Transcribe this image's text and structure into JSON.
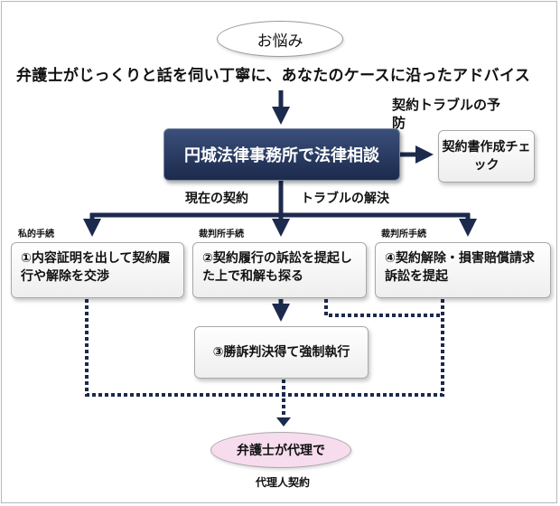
{
  "diagram": {
    "start": "お悩み",
    "lead": "弁護士がじっくりと話を伺い丁寧に、あなたのケースに沿ったアドバイス",
    "main": "円城法律事務所で法律相談",
    "prevention_label": "契約トラブルの予防",
    "contract_box": "契約書作成チェック",
    "branch_left": "現在の契約",
    "branch_right": "トラブルの解決",
    "tags": {
      "private": "私的手続",
      "court_a": "裁判所手続",
      "court_b": "裁判所手続"
    },
    "steps": {
      "s1": "①内容証明を出して契約履行や解除を交渉",
      "s2": "②契約履行の訴訟を提起した上で和解も探る",
      "s3": "③勝訴判決得て強制執行",
      "s4": "④契約解除・損害賠償請求訴訟を提起"
    },
    "end": "弁護士が代理で",
    "end_label": "代理人契約"
  },
  "colors": {
    "navy": "#1c2a4d",
    "dotted": "#1c2a4d",
    "end_fill": "#f7dcee"
  }
}
